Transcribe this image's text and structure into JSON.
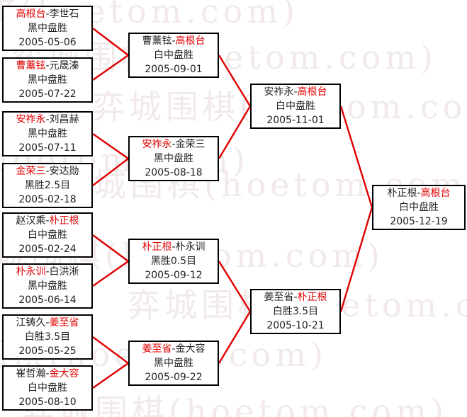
{
  "separator": "-",
  "watermark": {
    "text": "弈城围棋(hoetom.com)"
  },
  "colors": {
    "winner": "#e00000",
    "loser": "#222222",
    "text": "#222222",
    "border": "#000000",
    "connector": "#e00000",
    "background": "#ffffff",
    "watermark": "#f2e9e9"
  },
  "bracket": {
    "round1": [
      {
        "p1": "高根台",
        "p2": "李世石",
        "winner": "1",
        "result": "黑中盘胜",
        "date": "2005-05-06"
      },
      {
        "p1": "曹薰铉",
        "p2": "元晟溱",
        "winner": "1",
        "result": "黑中盘胜",
        "date": "2005-07-22"
      },
      {
        "p1": "安祚永",
        "p2": "刘昌赫",
        "winner": "1",
        "result": "黑中盘胜",
        "date": "2005-07-11"
      },
      {
        "p1": "金荣三",
        "p2": "安达勋",
        "winner": "1",
        "result": "黑胜2.5目",
        "date": "2005-02-18"
      },
      {
        "p1": "赵汉乘",
        "p2": "朴正根",
        "winner": "2",
        "result": "白中盘胜",
        "date": "2005-02-24"
      },
      {
        "p1": "朴永训",
        "p2": "白洪淅",
        "winner": "1",
        "result": "黑中盘胜",
        "date": "2005-06-14"
      },
      {
        "p1": "江铸久",
        "p2": "姜至省",
        "winner": "2",
        "result": "白胜3.5目",
        "date": "2005-05-25"
      },
      {
        "p1": "崔哲瀚",
        "p2": "金大容",
        "winner": "2",
        "result": "白中盘胜",
        "date": "2005-08-10"
      }
    ],
    "round2": [
      {
        "p1": "曹薰铉",
        "p2": "高根台",
        "winner": "2",
        "result": "白中盘胜",
        "date": "2005-09-01"
      },
      {
        "p1": "安祚永",
        "p2": "金荣三",
        "winner": "1",
        "result": "黑中盘胜",
        "date": "2005-08-18"
      },
      {
        "p1": "朴正根",
        "p2": "朴永训",
        "winner": "1",
        "result": "黑胜0.5目",
        "date": "2005-09-12"
      },
      {
        "p1": "姜至省",
        "p2": "金大容",
        "winner": "1",
        "result": "黑中盘胜",
        "date": "2005-09-22"
      }
    ],
    "semifinals": [
      {
        "p1": "安祚永",
        "p2": "高根台",
        "winner": "2",
        "result": "白中盘胜",
        "date": "2005-11-01"
      },
      {
        "p1": "姜至省",
        "p2": "朴正根",
        "winner": "2",
        "result": "白胜3.5目",
        "date": "2005-10-21"
      }
    ],
    "final": [
      {
        "p1": "朴正根",
        "p2": "高根台",
        "winner": "2",
        "result": "白中盘胜",
        "date": "2005-12-19"
      }
    ]
  }
}
